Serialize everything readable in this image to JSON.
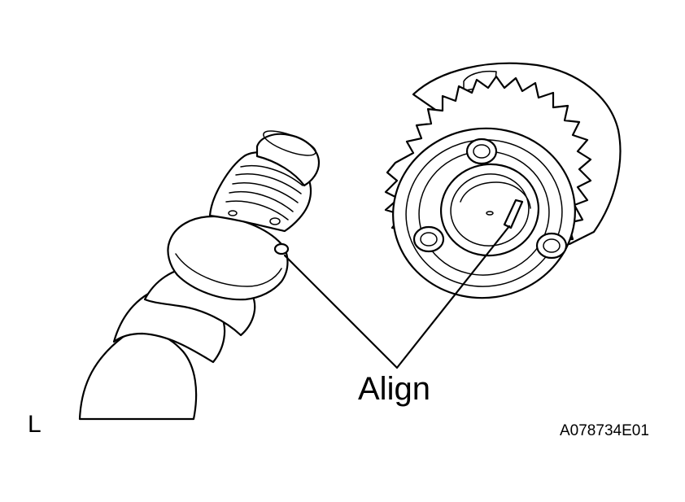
{
  "labels": {
    "align": "Align",
    "view": "L",
    "figure_code": "A078734E01"
  },
  "colors": {
    "line": "#000000",
    "background": "#ffffff"
  }
}
